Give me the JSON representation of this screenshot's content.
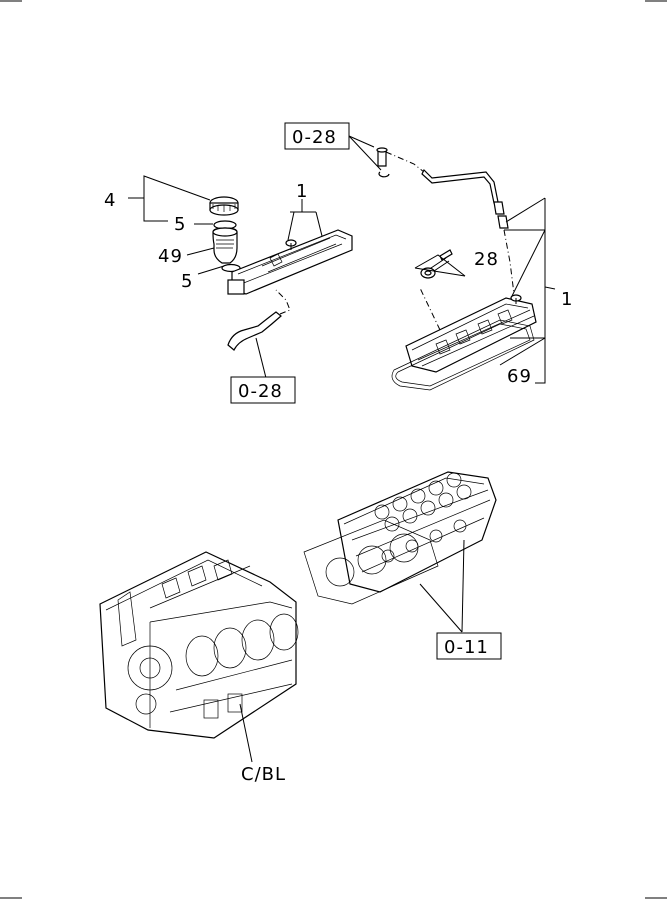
{
  "labels": {
    "part_4": "4",
    "part_5_upper": "5",
    "part_49": "49",
    "part_5_lower": "5",
    "part_1_left": "1",
    "part_28": "28",
    "part_1_right": "1",
    "part_69": "69",
    "block_callout": "C/BL"
  },
  "ref_boxes": {
    "top": "0-28",
    "left_bottom": "0-28",
    "head": "0-11"
  }
}
